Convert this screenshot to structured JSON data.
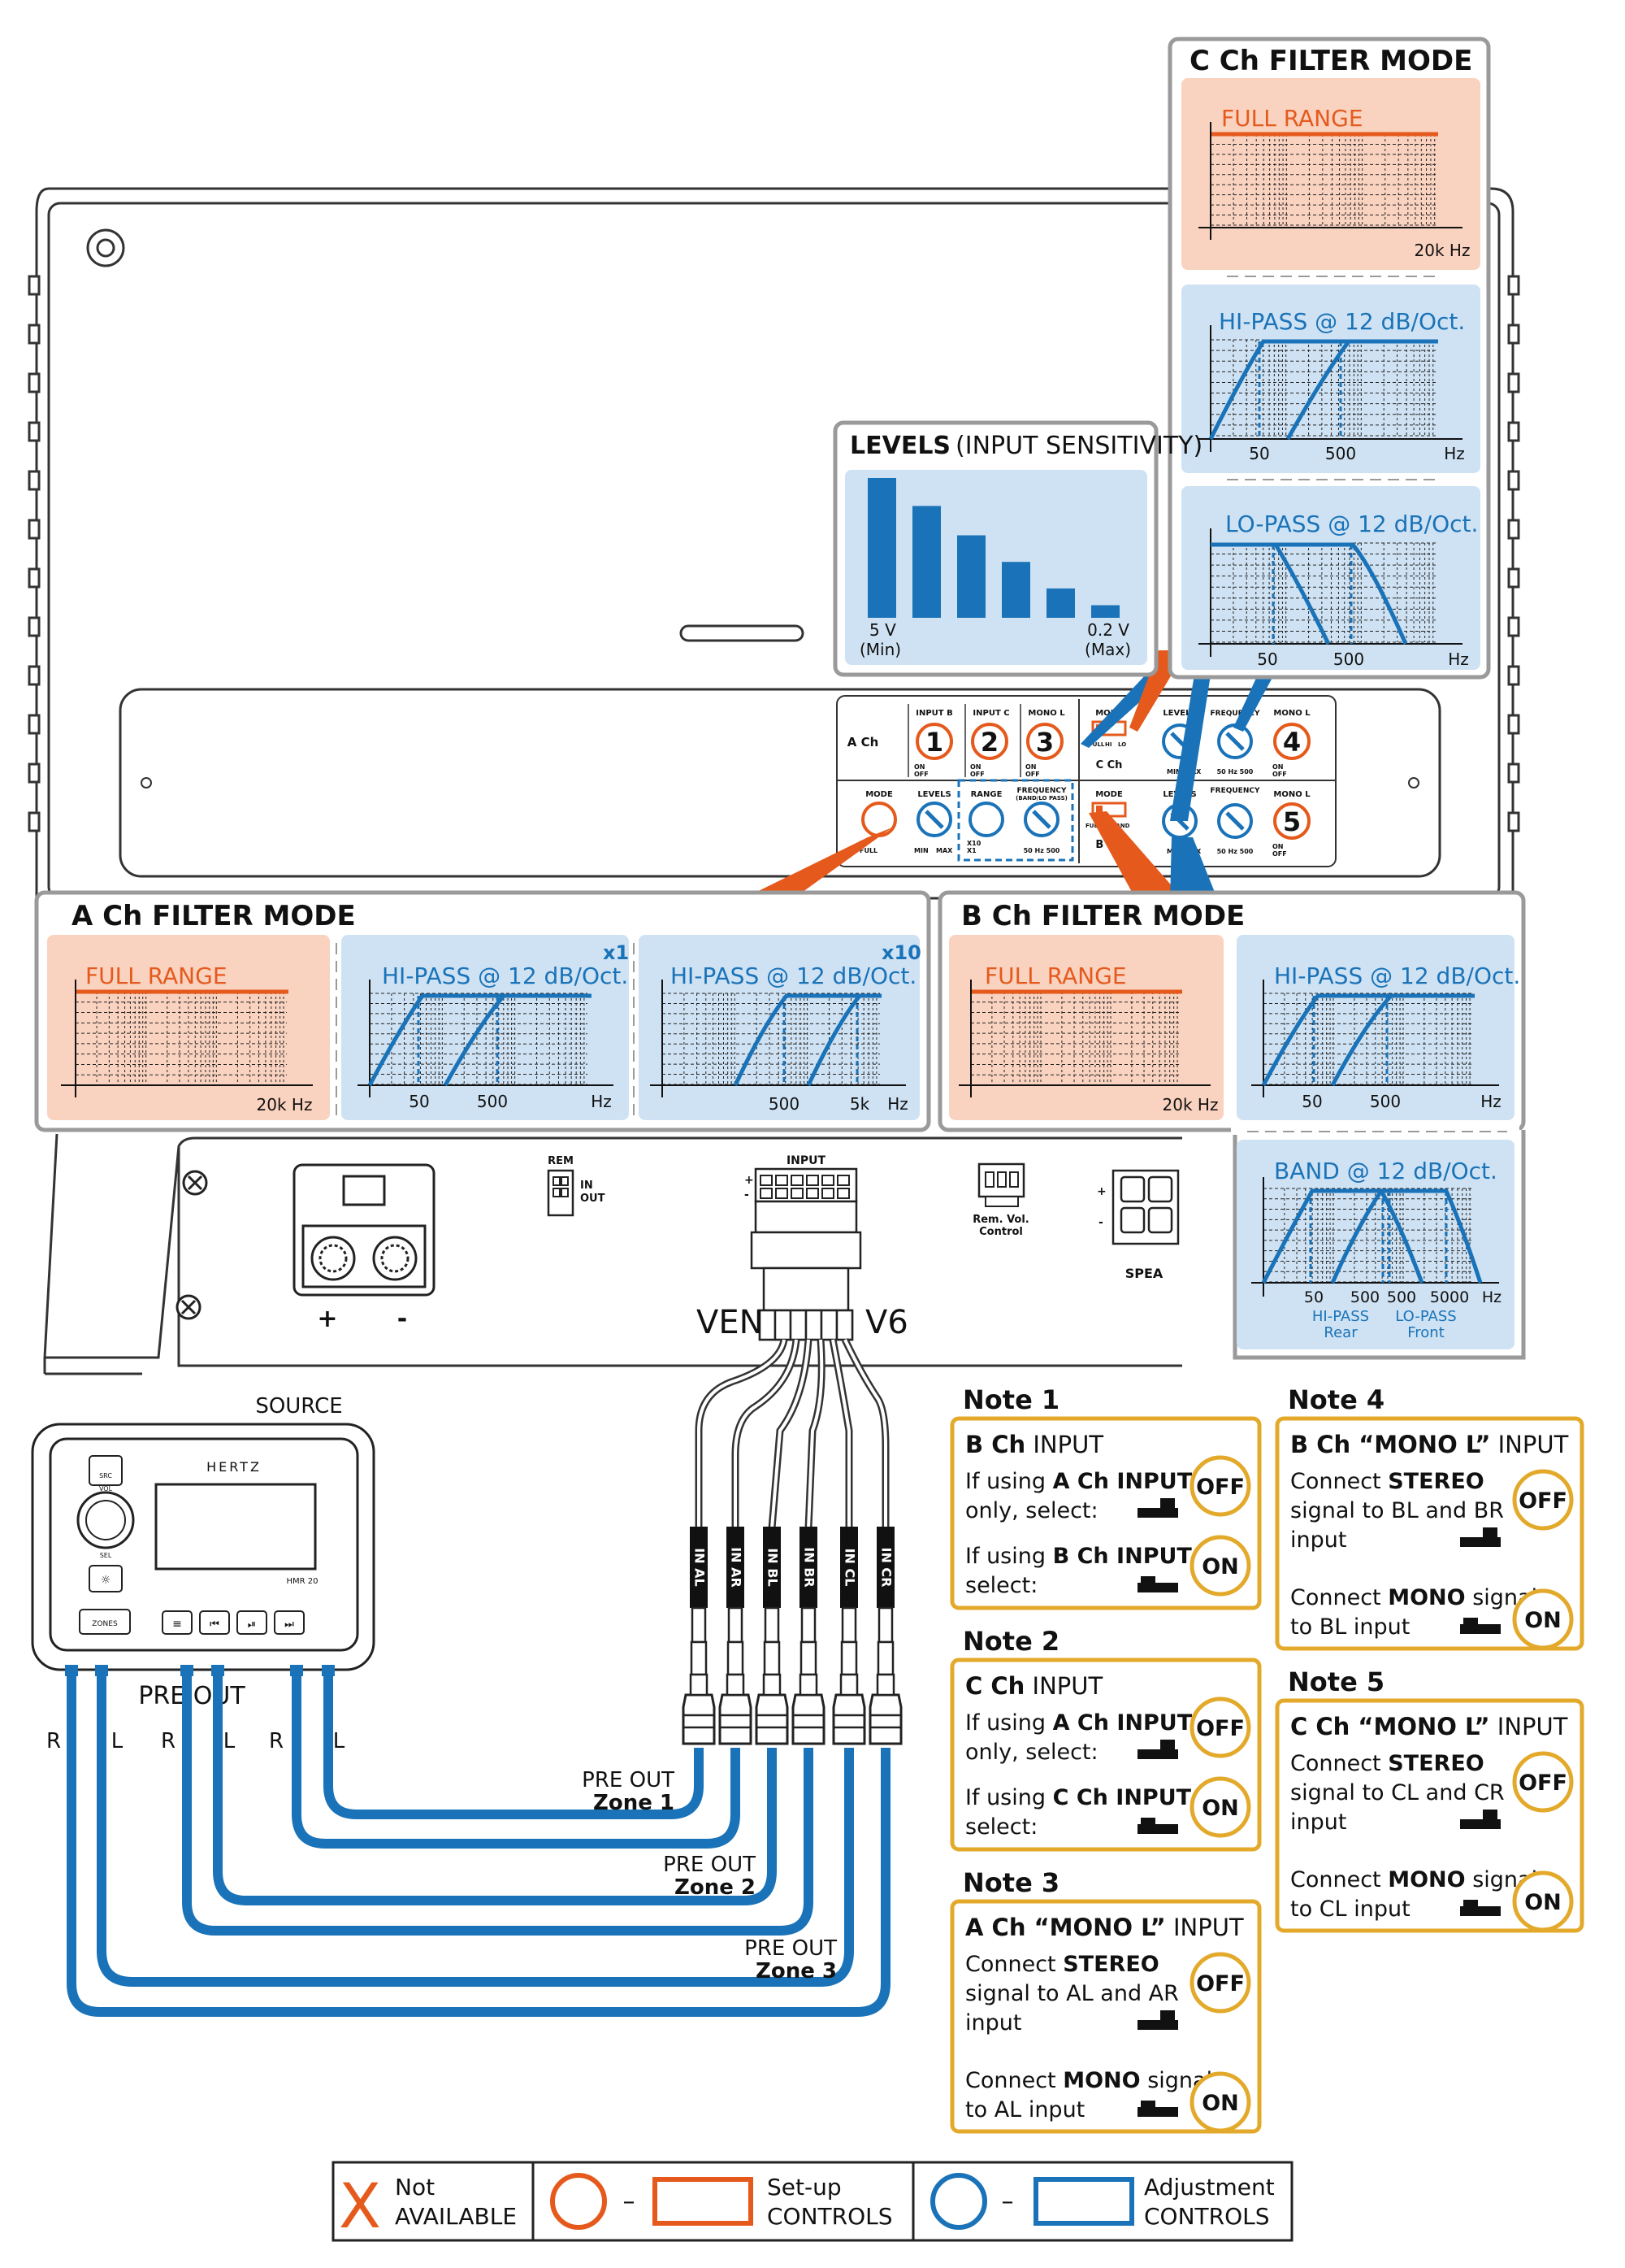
{
  "colors": {
    "orange": "#e55a1c",
    "blue": "#1a73b8",
    "light_blue": "#cfe2f3",
    "light_orange": "#f9d2c0",
    "note_border": "#e3a92a",
    "panel_grey": "#9a9a9a"
  },
  "c_filter": {
    "title": "C Ch FILTER MODE",
    "full_label": "FULL RANGE",
    "full_axis": "20k Hz",
    "hp_label": "HI-PASS @ 12 dB/Oct.",
    "hp_ticks": [
      "50",
      "500",
      "Hz"
    ],
    "lp_label": "LO-PASS @ 12 dB/Oct.",
    "lp_ticks": [
      "50",
      "500",
      "Hz"
    ]
  },
  "levels": {
    "title_bold": "LEVELS",
    "title_light": "(INPUT SENSITIVITY)",
    "left_value": "5 V",
    "left_note": "(Min)",
    "right_value": "0.2 V",
    "right_note": "(Max)",
    "bar_heights": [
      1.0,
      0.8,
      0.59,
      0.4,
      0.21,
      0.09
    ]
  },
  "a_filter": {
    "title": "A Ch FILTER MODE",
    "full_label": "FULL RANGE",
    "full_axis": "20k Hz",
    "hp1_label": "HI-PASS @ 12 dB/Oct.",
    "hp1_mult": "x1",
    "hp1_ticks": [
      "50",
      "500",
      "Hz"
    ],
    "hp10_label": "HI-PASS @ 12 dB/Oct.",
    "hp10_mult": "x10",
    "hp10_ticks": [
      "500",
      "5k",
      "Hz"
    ]
  },
  "b_filter": {
    "title": "B Ch FILTER MODE",
    "full_label": "FULL RANGE",
    "full_axis": "20k Hz",
    "hp_label": "HI-PASS @ 12 dB/Oct.",
    "hp_ticks": [
      "50",
      "500",
      "Hz"
    ],
    "band_label": "BAND @ 12 dB/Oct.",
    "band_ticks": [
      "50",
      "500",
      "500",
      "5000",
      "Hz"
    ],
    "band_hp": "HI-PASS",
    "band_hp_sub": "Rear",
    "band_lp": "LO-PASS",
    "band_lp_sub": "Front"
  },
  "control_panel": {
    "a_ch": "A Ch",
    "b_ch": "B Ch",
    "c_ch": "C Ch",
    "input_b": "INPUT B",
    "input_c": "INPUT C",
    "mono_l": "MONO L",
    "mode": "MODE",
    "levels": "LEVELS",
    "frequency": "FREQUENCY",
    "frequency_band": "(BAND/LO PASS)",
    "range": "RANGE",
    "on": "ON",
    "off": "OFF",
    "min": "MIN",
    "max": "MAX",
    "freq_scale": "50 Hz 500",
    "x10": "X10",
    "x1": "X1",
    "hi": "HI",
    "full": "FULL",
    "lo": "LO",
    "band": "BAND",
    "nums": [
      "1",
      "2",
      "3",
      "4",
      "5"
    ]
  },
  "amp": {
    "rem": "REM",
    "in": "IN",
    "out": "OUT",
    "input": "INPUT",
    "rem_vol": "Rem. Vol.",
    "control": "Control",
    "speak": "SPEA",
    "brand_left": "VEN",
    "brand_right": "V6",
    "plus": "+",
    "minus": "-"
  },
  "source": {
    "title": "SOURCE",
    "brand": "HERTZ",
    "model": "HMR 20",
    "src": "SRC",
    "vol": "VOL",
    "sel": "SEL",
    "zones": "ZONES",
    "pre_out": "PRE OUT",
    "channels": [
      "R",
      "L",
      "R",
      "L",
      "R",
      "L"
    ]
  },
  "cables": {
    "labels": [
      "IN AL",
      "IN AR",
      "IN BL",
      "IN BR",
      "IN CL",
      "IN CR"
    ],
    "zone1": "PRE OUT",
    "zone1_sub": "Zone 1",
    "zone2": "PRE OUT",
    "zone2_sub": "Zone 2",
    "zone3": "PRE OUT",
    "zone3_sub": "Zone 3"
  },
  "notes": [
    {
      "title": "Note 1",
      "head_bold": "B Ch",
      "head_rest": " INPUT",
      "row1": [
        "If using ",
        "A Ch INPUT",
        " only, select:"
      ],
      "btn1": "OFF",
      "row2": [
        "If using ",
        "B Ch INPUT",
        " select:"
      ],
      "btn2": "ON"
    },
    {
      "title": "Note 2",
      "head_bold": "C Ch",
      "head_rest": " INPUT",
      "row1": [
        "If using ",
        "A Ch INPUT",
        " only, select:"
      ],
      "btn1": "OFF",
      "row2": [
        "If using ",
        "C Ch INPUT",
        " select:"
      ],
      "btn2": "ON"
    },
    {
      "title": "Note 3",
      "head_bold": "A Ch “MONO L”",
      "head_rest": " INPUT",
      "row1": [
        "Connect ",
        "STEREO",
        " signal to AL and AR input"
      ],
      "btn1": "OFF",
      "row2": [
        "Connect ",
        "MONO",
        " signal to AL input"
      ],
      "btn2": "ON"
    },
    {
      "title": "Note 4",
      "head_bold": "B Ch “MONO L”",
      "head_rest": " INPUT",
      "row1": [
        "Connect ",
        "STEREO",
        " signal to BL and BR input"
      ],
      "btn1": "OFF",
      "row2": [
        "Connect ",
        "MONO",
        " signal to BL input"
      ],
      "btn2": "ON"
    },
    {
      "title": "Note 5",
      "head_bold": "C Ch “MONO L”",
      "head_rest": " INPUT",
      "row1": [
        "Connect ",
        "STEREO",
        " signal to CL and CR input"
      ],
      "btn1": "OFF",
      "row2": [
        "Connect ",
        "MONO",
        " signal to CL input"
      ],
      "btn2": "ON"
    }
  ],
  "legend": {
    "x_mark": "X",
    "not": "Not",
    "available": "AVAILABLE",
    "dash": "–",
    "setup": "Set-up",
    "setup_controls": "CONTROLS",
    "adjust": "Adjustment",
    "adjust_controls": "CONTROLS"
  }
}
